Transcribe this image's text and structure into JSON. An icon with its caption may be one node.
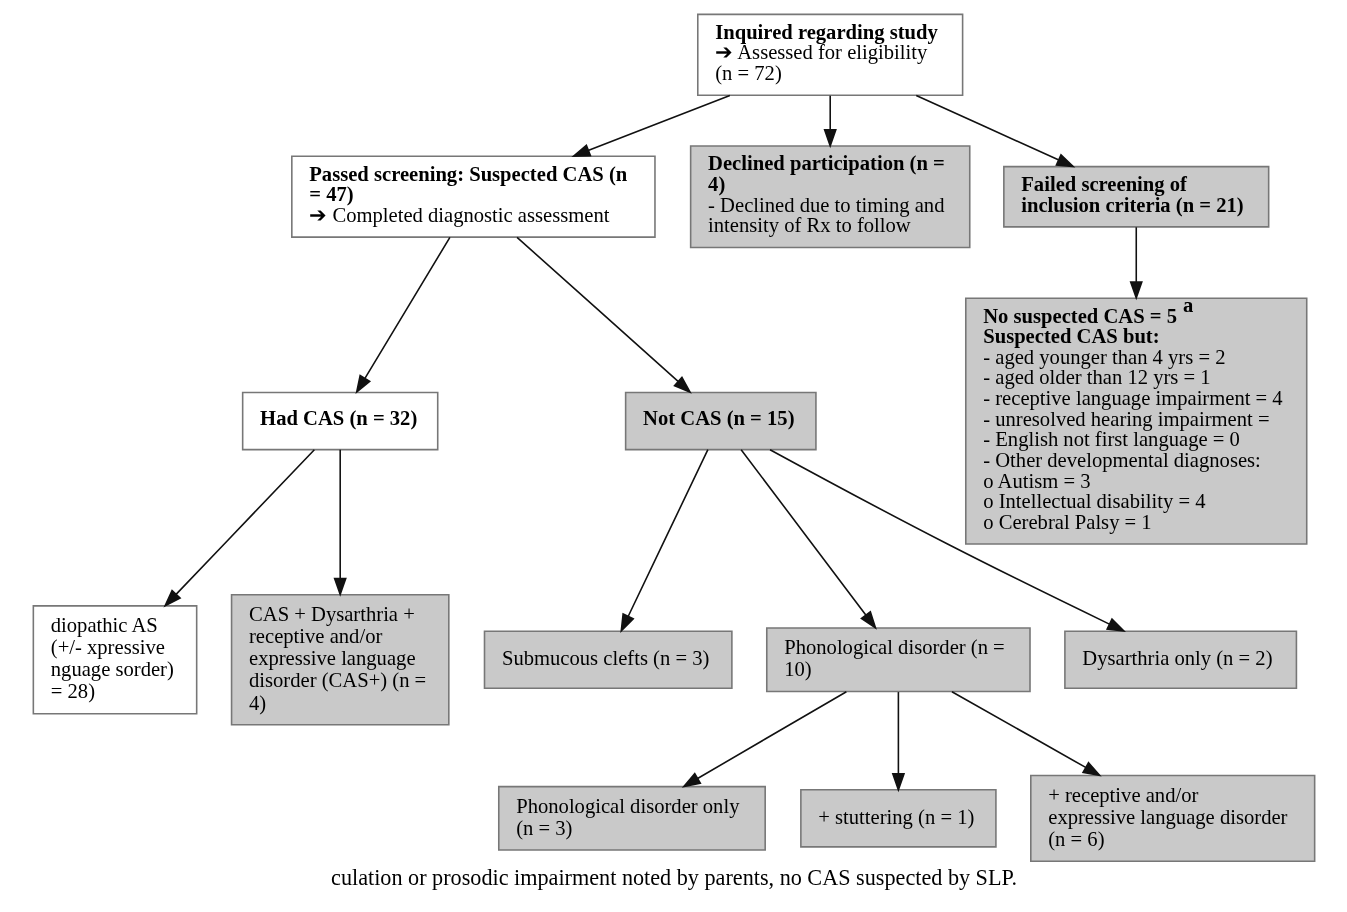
{
  "diagram": {
    "caption": "culation or prosodic impairment noted by parents, no CAS suspected by SLP.",
    "nodes": [
      {
        "text": [
          "Inquired regarding study",
          "➔ Assessed for eligibility (n = 72)"
        ]
      },
      {
        "text": [
          "Passed screening: Suspected CAS (n = 47)",
          "➔ Completed diagnostic assessment"
        ]
      },
      {
        "text": [
          "Declined participation (n = 4)",
          "- Declined due to timing and intensity of Rx to follow"
        ]
      },
      {
        "text": [
          "Failed screening of inclusion criteria (n = 21)"
        ]
      },
      {
        "text": [
          "Had CAS (n = 32)"
        ]
      },
      {
        "text": [
          "Not CAS (n = 15)"
        ]
      },
      {
        "text": [
          "No suspected CAS = 5$^{a}$",
          "Suspected CAS but:",
          "- aged younger than 4 yrs = 2",
          "- aged older than 12 yrs = 1",
          "- receptive language impairment = 4",
          "- unresolved hearing impairment =",
          "- English not first language = 0",
          "- Other developmental diagnoses:",
          "o Autism = 3",
          "o Intellectual disability = 4",
          "o Cerebral Palsy = 1"
        ]
      },
      {
        "text": [
          "diopathic AS (+/- xpressive nguage sorder) = 28)"
        ]
      },
      {
        "text": [
          "CAS + Dysarthria + receptive and/or expressive language disorder (CAS+) (n = 4)"
        ]
      },
      {
        "text": [
          "Submucous clefts (n = 3)"
        ]
      },
      {
        "text": [
          "Phonological disorder (n = 10)"
        ]
      },
      {
        "text": [
          "Dysarthria only (n = 2)"
        ]
      },
      {
        "text": [
          "Phonological disorder only (n = 3)"
        ]
      },
      {
        "text": [
          "+ stuttering (n = 1)"
        ]
      },
      {
        "text": [
          "+ receptive and/or expressive language disorder (n = 6)"
        ]
      }
    ],
    "edges": [
      {
        "from": 0,
        "to": 1,
        "arrow": "to"
      },
      {
        "from": 0,
        "to": 2,
        "arrow": "to"
      },
      {
        "from": 0,
        "to": 3,
        "arrow": "to"
      },
      {
        "from": 1,
        "to": 4,
        "arrow": "to"
      },
      {
        "from": 1,
        "to": 5,
        "arrow": "to"
      },
      {
        "from": 3,
        "to": 6,
        "arrow": "to"
      },
      {
        "from": 4,
        "to": 7,
        "arrow": "to"
      },
      {
        "from": 4,
        "to": 8,
        "arrow": "to"
      },
      {
        "from": 5,
        "to": 9,
        "arrow": "to"
      },
      {
        "from": 5,
        "to": 10,
        "arrow": "to"
      },
      {
        "from": 5,
        "to": 11,
        "arrow": "to"
      },
      {
        "from": 10,
        "to": 12,
        "arrow": "to"
      },
      {
        "from": 10,
        "to": 13,
        "arrow": "to"
      },
      {
        "from": 10,
        "to": 14,
        "arrow": "to"
      }
    ]
  }
}
